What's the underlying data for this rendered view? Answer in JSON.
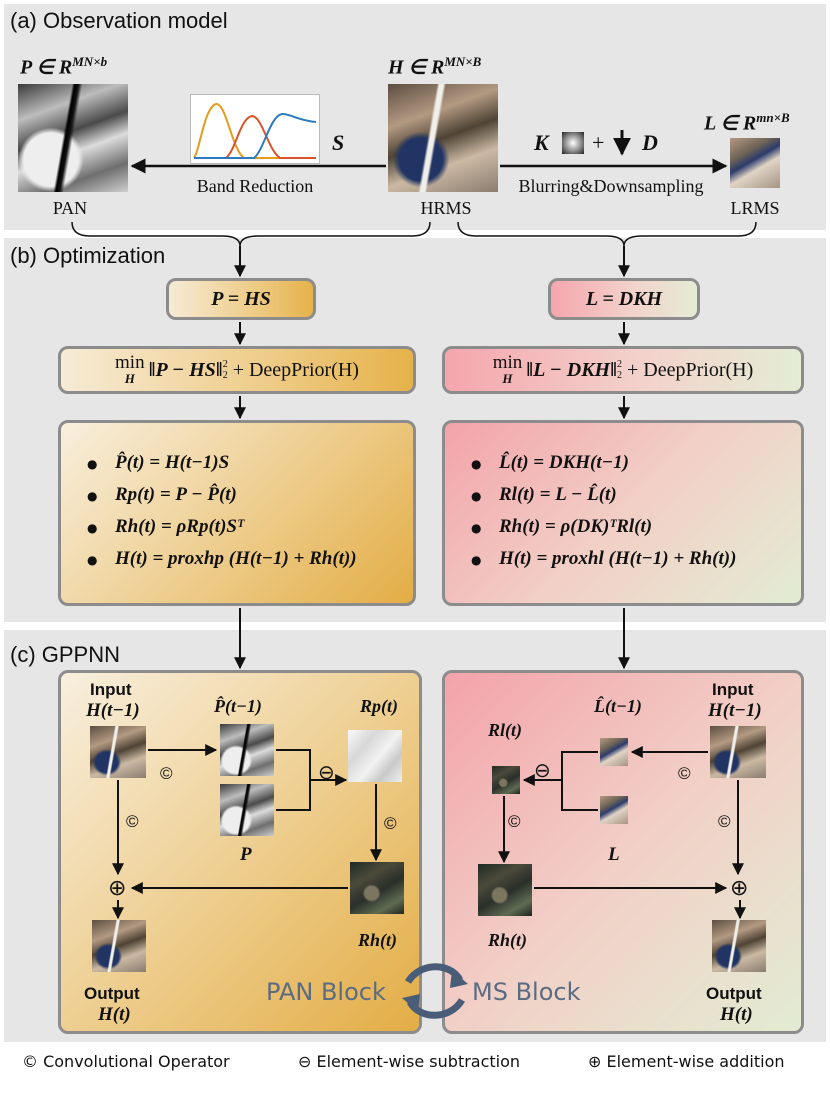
{
  "sections": {
    "a": "(a) Observation model",
    "b": "(b) Optimization",
    "c": "(c) GPPNN"
  },
  "observation": {
    "pan_dim": "P ∈ R",
    "pan_dim_sup": "MN×b",
    "hrms_dim": "H ∈ R",
    "hrms_dim_sup": "MN×B",
    "lrms_dim": "L ∈ R",
    "lrms_dim_sup": "mn×B",
    "s_symbol": "S",
    "k_symbol": "K",
    "plus": "+",
    "d_symbol": "D",
    "band_reduction": "Band Reduction",
    "blurring": "Blurring&Downsampling",
    "pan_label": "PAN",
    "hrms_label": "HRMS",
    "lrms_label": "LRMS"
  },
  "optimization": {
    "left_model": "P = HS",
    "right_model": "L = DKH",
    "left_objective": "min",
    "left_objective_sub": "H",
    "left_objective_body": "‖P − HS‖",
    "left_objective_tail": " + DeepPrior(H)",
    "right_objective": "min",
    "right_objective_sub": "H",
    "right_objective_body": "‖L − DKH‖",
    "right_objective_tail": " + DeepPrior(H)",
    "norm_sub": "2",
    "norm_sup": "2",
    "left_steps": [
      "P̂(t) = H(t−1)S",
      "Rp(t) = P − P̂(t)",
      "Rh(t) = ρRp(t)Sᵀ",
      "H(t) = proxhp (H(t−1) + Rh(t))"
    ],
    "right_steps": [
      "L̂(t) = DKH(t−1)",
      "Rl(t) = L − L̂(t)",
      "Rh(t) = ρ(DK)ᵀRl(t)",
      "H(t) = proxhl (H(t−1) + Rh(t))"
    ]
  },
  "gppnn": {
    "input_label": "Input",
    "output_label": "Output",
    "h_prev": "H(t−1)",
    "h_t": "H(t)",
    "p_hat": "P̂(t−1)",
    "p": "P",
    "rp": "Rp(t)",
    "rh": "Rh(t)",
    "l_hat": "L̂(t−1)",
    "l": "L",
    "rl": "Rl(t)",
    "conv": "©",
    "minus": "⊖",
    "plus": "⊕",
    "pan_block": "PAN Block",
    "ms_block": "MS Block"
  },
  "legend": {
    "conv": "© Convolutional Operator",
    "sub": "⊖ Element-wise subtraction",
    "add": "⊕ Element-wise addition"
  },
  "colors": {
    "panel": "#e6e6e6",
    "box_border": "#8c8c8c",
    "gold": "#e6b24a",
    "pink": "#f3a3aa",
    "green": "#e2ecd3",
    "block_text": "#5a6b82",
    "curve_orange": "#e69b1e",
    "curve_red": "#d9542a",
    "curve_blue": "#2a7bbf"
  }
}
